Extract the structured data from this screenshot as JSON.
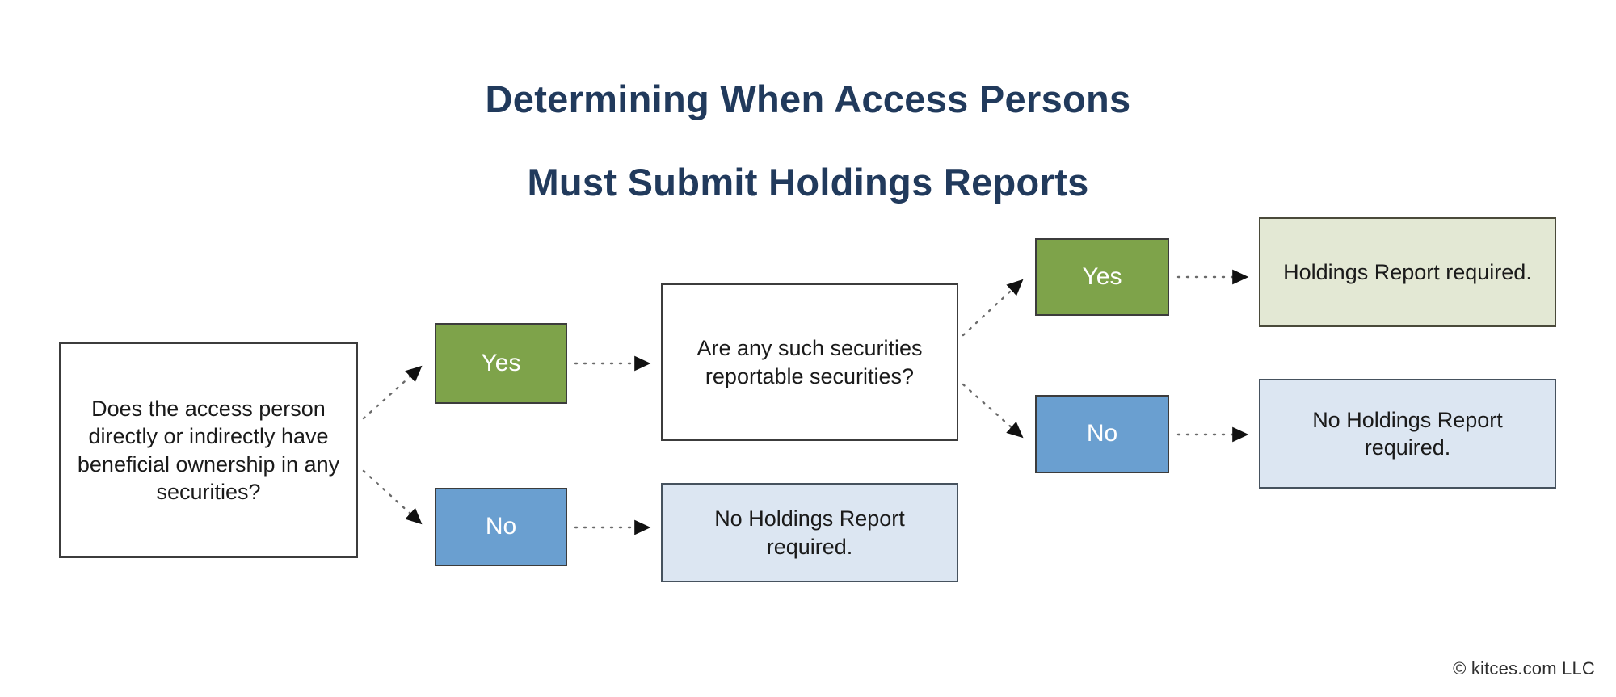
{
  "title": {
    "line1": "Determining When Access Persons",
    "line2": "Must Submit Holdings Reports",
    "color": "#213a5c"
  },
  "footer": {
    "credit": "© kitces.com LLC"
  },
  "colors": {
    "title": "#213a5c",
    "yes_fill": "#7ea34a",
    "no_fill": "#6a9fd0",
    "result_yes_fill": "#e3e8d4",
    "result_no_fill": "#dce6f2",
    "box_border": "#3c3c3c",
    "box_white_fill": "#ffffff",
    "connector": "#5a5a5a",
    "background": "#ffffff"
  },
  "flowchart": {
    "type": "decision-tree",
    "orientation": "left-to-right",
    "nodes": [
      {
        "id": "root",
        "kind": "decision",
        "style": "white",
        "text": "Does the access person directly or indirectly have beneficial ownership in any securities?"
      },
      {
        "id": "yes-1",
        "kind": "branch-label",
        "style": "green",
        "text": "Yes"
      },
      {
        "id": "no-1",
        "kind": "branch-label",
        "style": "blue",
        "text": "No"
      },
      {
        "id": "question-2",
        "kind": "decision",
        "style": "white",
        "text": "Are any such securities reportable securities?"
      },
      {
        "id": "result-no-1",
        "kind": "outcome",
        "style": "lightblue",
        "text": "No Holdings Report required."
      },
      {
        "id": "yes-2",
        "kind": "branch-label",
        "style": "green",
        "text": "Yes"
      },
      {
        "id": "no-2",
        "kind": "branch-label",
        "style": "blue",
        "text": "No"
      },
      {
        "id": "result-yes",
        "kind": "outcome",
        "style": "cream",
        "text": "Holdings Report required."
      },
      {
        "id": "result-no-2",
        "kind": "outcome",
        "style": "lightblue",
        "text": "No Holdings Report required."
      }
    ],
    "edges": [
      {
        "from": "root",
        "to": "yes-1",
        "style": "dotted-arrow"
      },
      {
        "from": "root",
        "to": "no-1",
        "style": "dotted-arrow"
      },
      {
        "from": "yes-1",
        "to": "question-2",
        "style": "dotted-arrow"
      },
      {
        "from": "no-1",
        "to": "result-no-1",
        "style": "dotted-arrow"
      },
      {
        "from": "question-2",
        "to": "yes-2",
        "style": "dotted-arrow"
      },
      {
        "from": "question-2",
        "to": "no-2",
        "style": "dotted-arrow"
      },
      {
        "from": "yes-2",
        "to": "result-yes",
        "style": "dotted-arrow"
      },
      {
        "from": "no-2",
        "to": "result-no-2",
        "style": "dotted-arrow"
      }
    ]
  }
}
